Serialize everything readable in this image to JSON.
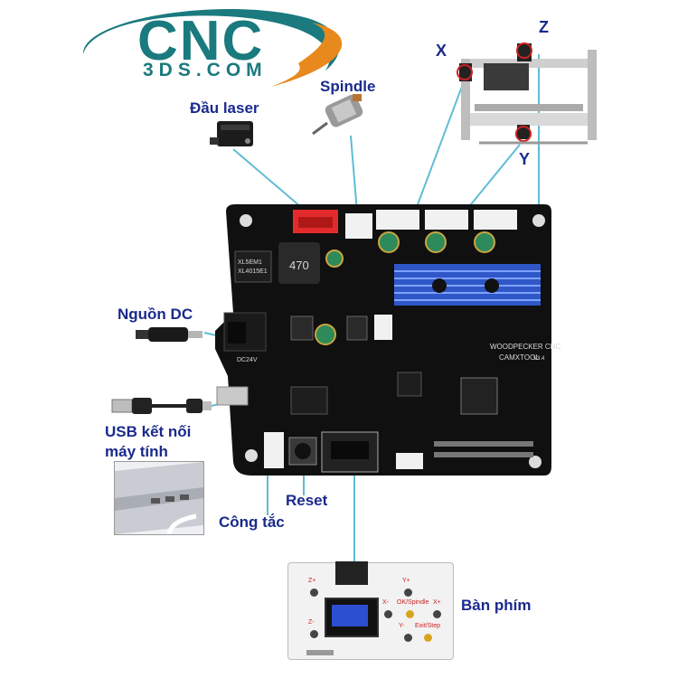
{
  "logo": {
    "main": "CNC",
    "sub": "3DS.COM"
  },
  "labels": {
    "laser": "Đầu laser",
    "spindle": "Spindle",
    "dc": "Nguồn DC",
    "usb_line1": "USB kết nối",
    "usb_line2": "máy tính",
    "reset": "Reset",
    "switch": "Công tắc",
    "keypad": "Bàn phím"
  },
  "axes": {
    "x": "X",
    "y": "Y",
    "z": "Z"
  },
  "board_text": {
    "brand": "WOODPECKER CNC",
    "model": "CAMXTOOL",
    "version": "V3.4",
    "dc": "DC24V",
    "inductor": "470",
    "chip1": "XL5EM1",
    "chip2": "XL4015E1"
  },
  "keypad_text": {
    "zplus": "Z+",
    "zminus": "Z-",
    "yplus": "Y+",
    "yminus": "Y-",
    "xplus": "X+",
    "xminus": "X-",
    "ok": "OK/Spindle",
    "exit": "Exit/Step"
  },
  "colors": {
    "label": "#1a2a8c",
    "leader": "#5fbcd6",
    "logo_teal": "#1a7a7e",
    "logo_orange": "#e8891d",
    "board": "#101010",
    "heatsink": "#2f57c8"
  }
}
